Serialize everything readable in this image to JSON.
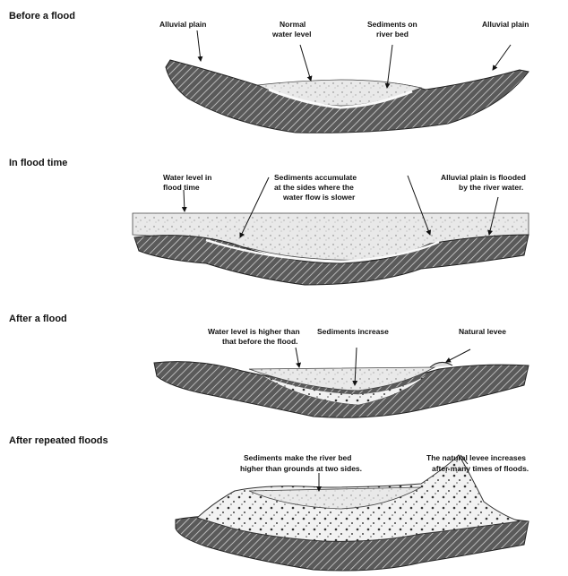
{
  "stages": [
    {
      "title": "Before a flood",
      "labels": {
        "plain_left": "Alluvial plain",
        "normal_level_1": "Normal",
        "normal_level_2": "water level",
        "sediments_1": "Sediments on",
        "sediments_2": "river bed",
        "plain_right": "Alluvial plain"
      }
    },
    {
      "title": "In flood  time",
      "labels": {
        "water_level_1": "Water level in",
        "water_level_2": "flood time",
        "accum_1": "Sediments accumulate",
        "accum_2": "at the sides where the",
        "accum_3": "water flow is slower",
        "flooded_1": "Alluvial plain is flooded",
        "flooded_2": "by the river water."
      }
    },
    {
      "title": "After a flood",
      "labels": {
        "higher_1": "Water  level is higher than",
        "higher_2": "that before the flood.",
        "increase": "Sediments increase",
        "levee": "Natural levee"
      }
    },
    {
      "title": "After repeated floods",
      "labels": {
        "bed_1": "Sediments make the river bed",
        "bed_2": "higher than grounds at two sides.",
        "levee_1": "The natural levee increases",
        "levee_2": "after many times of floods."
      }
    }
  ]
}
